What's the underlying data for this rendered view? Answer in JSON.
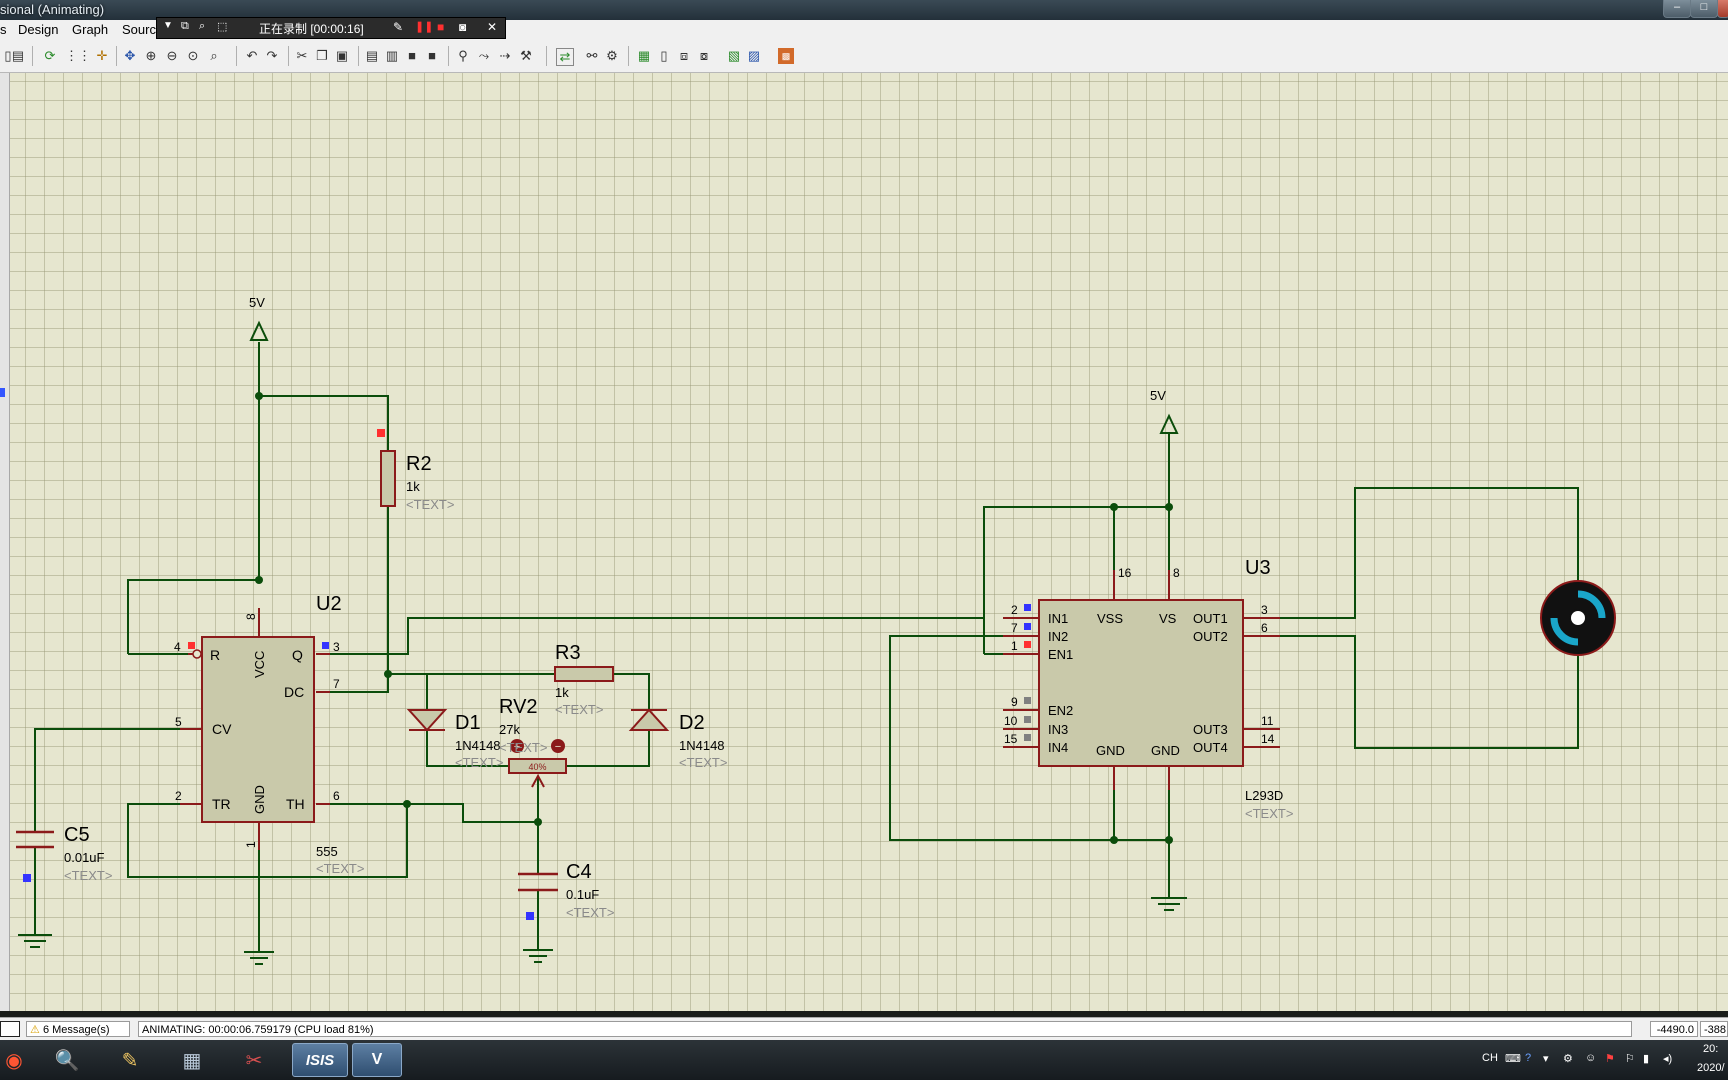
{
  "window": {
    "title": "sional (Animating)"
  },
  "menu": {
    "items": [
      "s",
      "Design",
      "Graph",
      "Sourc"
    ]
  },
  "recorder": {
    "status": "正在录制 [00:00:16]"
  },
  "schematic": {
    "supply_label": "5V",
    "u2": {
      "ref": "U2",
      "value": "555",
      "text": "<TEXT>",
      "pins": {
        "p8": "8",
        "p4": "4",
        "p3": "3",
        "p7": "7",
        "p5": "5",
        "p2": "2",
        "p6": "6",
        "p1": "1"
      },
      "pin_names": {
        "r": "R",
        "vcc": "VCC",
        "q": "Q",
        "dc": "DC",
        "cv": "CV",
        "tr": "TR",
        "gnd": "GND",
        "th": "TH"
      }
    },
    "r2": {
      "ref": "R2",
      "value": "1k",
      "text": "<TEXT>"
    },
    "r3": {
      "ref": "R3",
      "value": "1k",
      "text": "<TEXT>"
    },
    "rv2": {
      "ref": "RV2",
      "value": "27k",
      "text": "<TEXT>",
      "wiper": "40%"
    },
    "d1": {
      "ref": "D1",
      "value": "1N4148",
      "text": "<TEXT>"
    },
    "d2": {
      "ref": "D2",
      "value": "1N4148",
      "text": "<TEXT>"
    },
    "c4": {
      "ref": "C4",
      "value": "0.1uF",
      "text": "<TEXT>"
    },
    "c5": {
      "ref": "C5",
      "value": "0.01uF",
      "text": "<TEXT>"
    },
    "u3": {
      "ref": "U3",
      "value": "L293D",
      "text": "<TEXT>",
      "pins": {
        "p16": "16",
        "p8": "8",
        "p2": "2",
        "p7": "7",
        "p1": "1",
        "p9": "9",
        "p10": "10",
        "p15": "15",
        "p3": "3",
        "p6": "6",
        "p11": "11",
        "p14": "14"
      },
      "pin_names": {
        "in1": "IN1",
        "in2": "IN2",
        "en1": "EN1",
        "en2": "EN2",
        "in3": "IN3",
        "in4": "IN4",
        "vss": "VSS",
        "vs": "VS",
        "out1": "OUT1",
        "out2": "OUT2",
        "out3": "OUT3",
        "out4": "OUT4",
        "gnd": "GND"
      }
    }
  },
  "status": {
    "messages": "6 Message(s)",
    "animating": "ANIMATING: 00:00:06.759179 (CPU load 81%)",
    "coord_x": "-4490.0",
    "coord_y": "-388"
  },
  "tray": {
    "lang": "CH",
    "clock": "20:",
    "date": "2020/"
  },
  "colors": {
    "wire": "#0b4d0b",
    "component": "#8b1a1a",
    "body": "#c9c9aa",
    "sheet": "#e6e6cf",
    "pin_high": "#ff3030",
    "pin_low": "#3333ff",
    "pin_float": "#808080",
    "motor_arc": "#1aa6c9"
  }
}
